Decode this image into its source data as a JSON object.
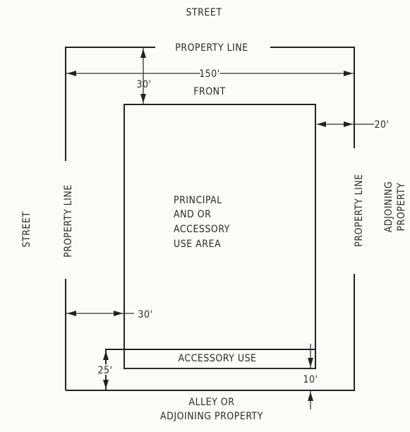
{
  "labels": {
    "street_top": "STREET",
    "street_left": "STREET",
    "property_line_top": "PROPERTY LINE",
    "property_line_left": "PROPERTY LINE",
    "property_line_right": "PROPERTY LINE",
    "adjoining_right_1": "ADJOINING",
    "adjoining_right_2": "PROPERTY",
    "front": "FRONT",
    "center_1": "PRINCIPAL",
    "center_2": "AND OR",
    "center_3": "ACCESSORY",
    "center_4": "USE AREA",
    "accessory_use": "ACCESSORY USE",
    "alley_1": "ALLEY OR",
    "alley_2": "ADJOINING PROPERTY"
  },
  "dimensions": {
    "width": "150'",
    "front_setback": "30'",
    "side_right_setback": "20'",
    "side_left_setback": "30'",
    "rear_setback": "25'",
    "accessory_setback": "10'"
  },
  "colors": {
    "ink": "#222222",
    "paper": "#fbfbf9"
  }
}
